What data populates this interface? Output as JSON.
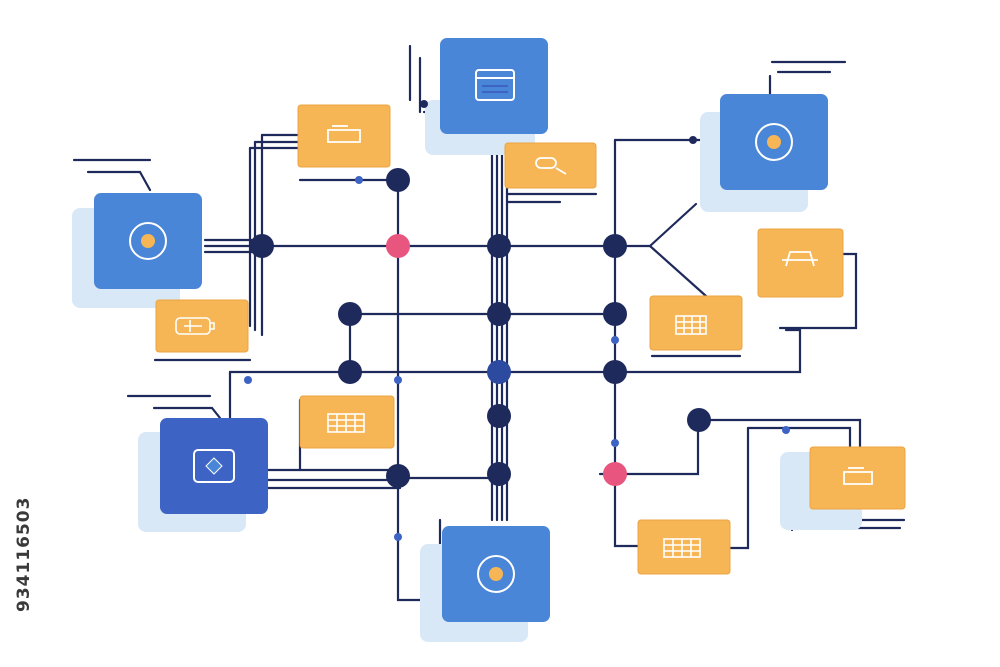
{
  "watermark": {
    "text": "934116503"
  },
  "colors": {
    "line": "#1f2a5c",
    "blue": "#4a86d8",
    "blue_dark": "#3d63c4",
    "blue_shadow": "#d9e8f6",
    "orange": "#f7b655",
    "orange_border": "#eba444",
    "pink": "#e8557e",
    "icon_light": "#ffffff",
    "dot_orange": "#f7b655"
  },
  "nodes": {
    "blue": [
      {
        "id": "top",
        "icon": "window-icon"
      },
      {
        "id": "left",
        "icon": "target-icon"
      },
      {
        "id": "right",
        "icon": "target-icon"
      },
      {
        "id": "bottom-left",
        "icon": "diamond-icon"
      },
      {
        "id": "bottom",
        "icon": "target-icon"
      }
    ],
    "orange": [
      {
        "id": "o1",
        "icon": "folder-icon"
      },
      {
        "id": "o2",
        "icon": "search-icon"
      },
      {
        "id": "o3",
        "icon": "bench-icon"
      },
      {
        "id": "o4",
        "icon": "grid-icon"
      },
      {
        "id": "o5",
        "icon": "battery-icon"
      },
      {
        "id": "o6",
        "icon": "grid-icon"
      },
      {
        "id": "o7",
        "icon": "folder-icon"
      },
      {
        "id": "o8",
        "icon": "grid-icon"
      }
    ]
  }
}
